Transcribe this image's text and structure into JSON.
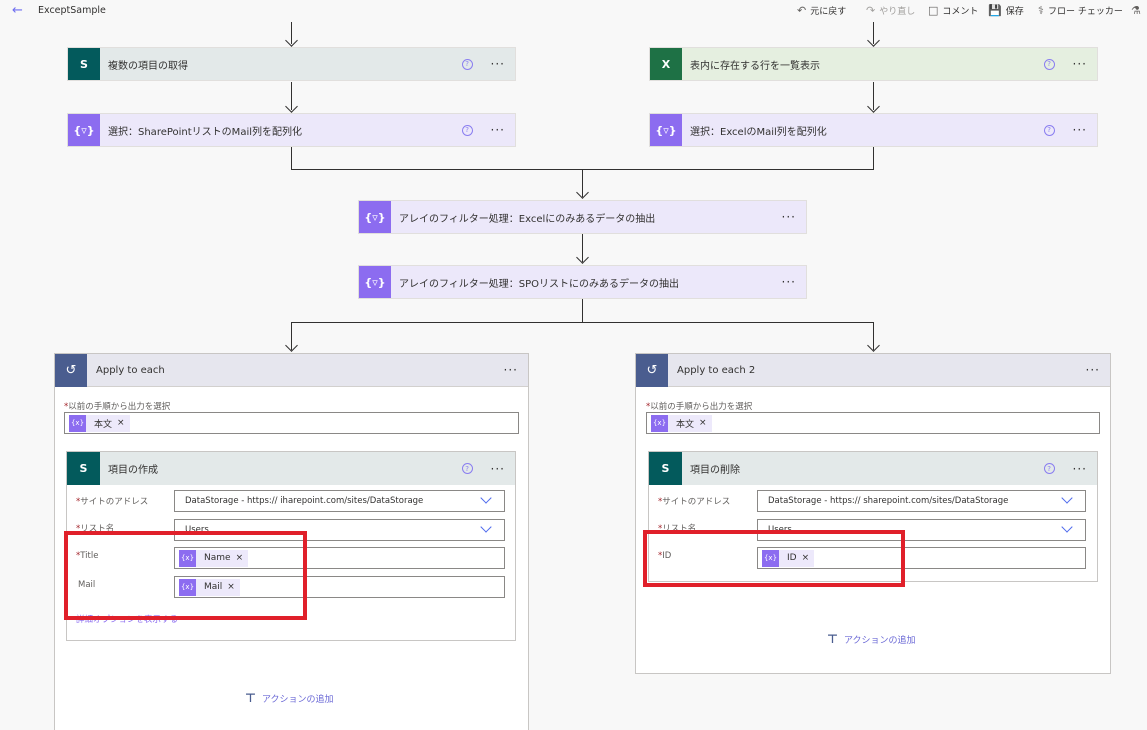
{
  "app": {
    "title": "ExceptSample"
  },
  "toolbar": {
    "undo": "元に戻す",
    "redo": "やり直し",
    "comment": "コメント",
    "save": "保存",
    "flow_checker": "フロー チェッカー"
  },
  "actions": {
    "get_items": "複数の項目の取得",
    "list_rows": "表内に存在する行を一覧表示",
    "select_sp": "選択：SharePointリストのMail列を配列化",
    "select_excel": "選択：ExcelのMail列を配列化",
    "filter_excel": "アレイのフィルター処理：Excelにのみあるデータの抽出",
    "filter_spo": "アレイのフィルター処理：SPOリストにのみあるデータの抽出"
  },
  "loop_left": {
    "title": "Apply to each",
    "output_label": "以前の手順から出力を選択",
    "output_token": "本文",
    "inner_title": "項目の作成",
    "site_label": "サイトのアドレス",
    "site_value": "DataStorage - https://            iharepoint.com/sites/DataStorage",
    "list_label": "リスト名",
    "list_value": "Users",
    "title_label": "Title",
    "title_token": "Name",
    "mail_label": "Mail",
    "mail_token": "Mail",
    "advanced": "詳細オプションを表示する",
    "add_action": "アクションの追加"
  },
  "loop_right": {
    "title": "Apply to each 2",
    "output_label": "以前の手順から出力を選択",
    "output_token": "本文",
    "inner_title": "項目の削除",
    "site_label": "サイトのアドレス",
    "site_value": "DataStorage - https://             sharepoint.com/sites/DataStorage",
    "list_label": "リスト名",
    "list_value": "Users",
    "id_label": "ID",
    "id_token": "ID",
    "add_action": "アクションの追加"
  },
  "colors": {
    "highlight": "#e0202a",
    "sharepoint": "#035a5c",
    "excel": "#1e7145",
    "select": "#8c6cf0",
    "loop": "#4a5d8f"
  }
}
